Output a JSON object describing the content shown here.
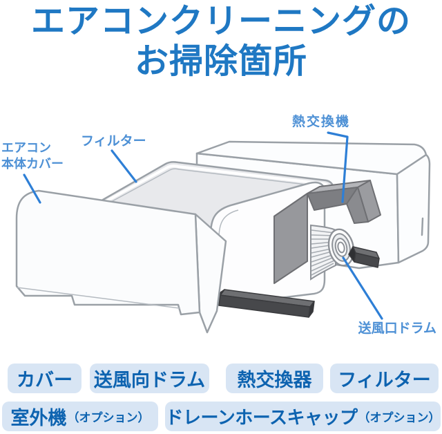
{
  "title": {
    "line1": "エアコンクリーニングの",
    "line2": "お掃除箇所"
  },
  "diagram": {
    "labels": {
      "cover_line1": "エアコン",
      "cover_line2": "本体カバー",
      "filter": "フィルター",
      "heat_exchanger": "熱交換機",
      "outlet_drum": "送風口ドラム"
    }
  },
  "badges": {
    "row1": [
      "カバー",
      "送風向ドラム",
      "熱交換器",
      "フィルター"
    ],
    "row2": [
      {
        "main": "室外機",
        "suffix": "（オプション）"
      },
      {
        "main": "ドレーンホースキャップ",
        "suffix": "（オプション）"
      }
    ]
  },
  "colors": {
    "title_blue": "#1f78c3",
    "label_blue": "#4d90d5",
    "leader_blue": "#2e7fd6",
    "badge_bg": "#d8e5f4",
    "badge_text": "#0d63b0",
    "outline_gray": "#9aa0a6",
    "heat_exchanger_gray": "#97989c",
    "vane_dark": "#47484b"
  }
}
